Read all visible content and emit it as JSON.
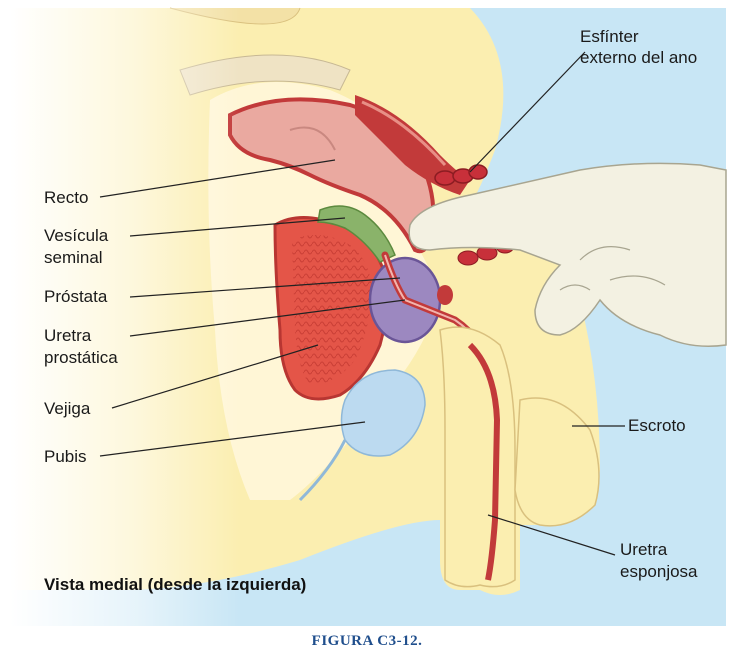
{
  "labels": {
    "esfinter_l1": "Esfínter",
    "esfinter_l2": "externo del ano",
    "recto": "Recto",
    "vesicula_l1": "Vesícula",
    "vesicula_l2": "seminal",
    "prostata": "Próstata",
    "uretra_prost_l1": "Uretra",
    "uretra_prost_l2": "prostática",
    "vejiga": "Vejiga",
    "pubis": "Pubis",
    "escroto": "Escroto",
    "uretra_esp_l1": "Uretra",
    "uretra_esp_l2": "esponjosa"
  },
  "caption": "Vista medial (desde la izquierda)",
  "figure_caption": "FIGURA C3-12.",
  "colors": {
    "background": "#c8e6f5",
    "skin": "#fbeeb0",
    "rectum": "#eaa9a0",
    "muscle": "#c23a3a",
    "bladder": "#e45548",
    "prostate": "#9c88c0",
    "seminal_vesicle": "#8ab36a",
    "pubis": "#bcdaf0",
    "glove": "#f3f1e2",
    "caption_blue": "#1f4e8c"
  }
}
